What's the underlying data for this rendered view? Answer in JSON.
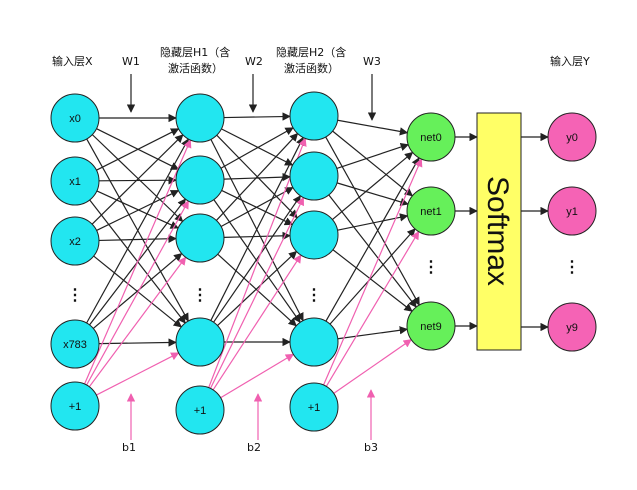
{
  "labels": {
    "input_layer": "输入层X",
    "hidden1_line1": "隐藏层H1（含",
    "hidden1_line2": "激活函数）",
    "hidden2_line1": "隐藏层H2（含",
    "hidden2_line2": "激活函数）",
    "output_layer": "输入层Y",
    "w1": "W1",
    "w2": "W2",
    "w3": "W3",
    "b1": "b1",
    "b2": "b2",
    "b3": "b3",
    "softmax": "Softmax"
  },
  "input_nodes": [
    "x0",
    "x1",
    "x2",
    "x783",
    "+1"
  ],
  "hidden1_bias": "+1",
  "hidden2_bias": "+1",
  "net_nodes": [
    "net0",
    "net1",
    "net9"
  ],
  "output_nodes": [
    "y0",
    "y1",
    "y9"
  ],
  "dots": "⋮",
  "colors": {
    "cyan": "#22e6f0",
    "green": "#66f05a",
    "pink": "#f563b5",
    "softmax": "#ffff66",
    "edge": "#222222",
    "bias_edge": "#f060b0"
  }
}
